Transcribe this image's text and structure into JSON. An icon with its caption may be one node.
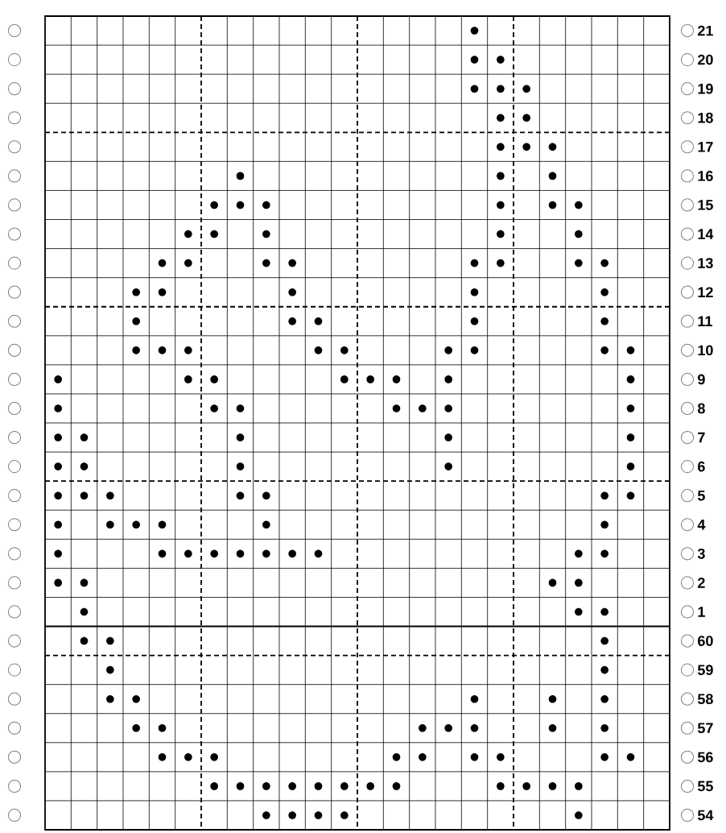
{
  "diagram": {
    "labels": [
      "21",
      "20",
      "19",
      "18",
      "17",
      "16",
      "15",
      "14",
      "13",
      "12",
      "11",
      "10",
      "9",
      "8",
      "7",
      "6",
      "5",
      "4",
      "3",
      "2",
      "1",
      "60",
      "59",
      "58",
      "57",
      "56",
      "55",
      "54"
    ]
  }
}
